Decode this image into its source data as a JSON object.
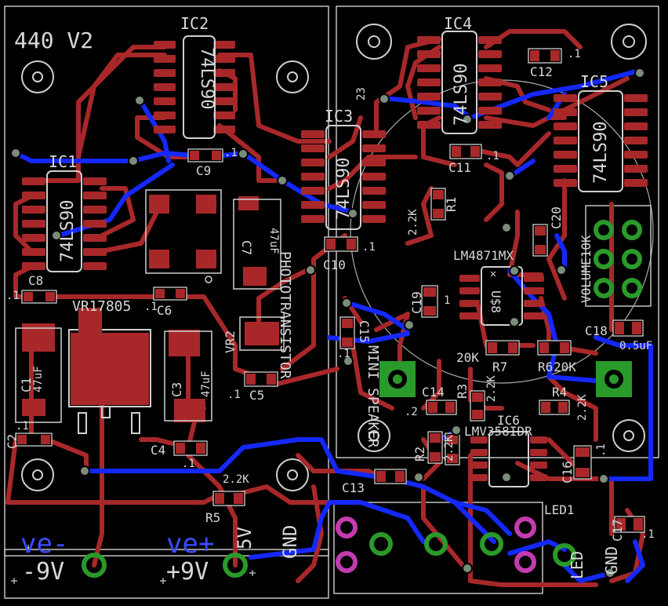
{
  "board": {
    "title": "440 V2",
    "colors": {
      "background": "#000000",
      "copper_top": "#a8282a",
      "copper_bottom": "#1428ff",
      "silkscreen": "#d8d8d8",
      "via": "#7a8c7a",
      "pad": "#2a9a2a",
      "pad_pink": "#c43bb0"
    }
  },
  "chips": {
    "ic1": {
      "ref": "IC1",
      "part": "74LS90"
    },
    "ic2": {
      "ref": "IC2",
      "part": "74LS90"
    },
    "ic3": {
      "ref": "IC3",
      "part": "74LS90"
    },
    "ic4": {
      "ref": "IC4",
      "part": "74LS90"
    },
    "ic5": {
      "ref": "IC5",
      "part": "74LS90"
    },
    "ic6": {
      "ref": "IC6",
      "part": "LMV358IDR"
    },
    "u8": {
      "ref": "U$8",
      "part": "LM4871MX"
    },
    "vr1": {
      "ref": "VR1",
      "part": "7805"
    },
    "vr2": {
      "ref": "VR2",
      "part": ""
    }
  },
  "components": {
    "c1": {
      "ref": "C1",
      "value": "47uF"
    },
    "c2": {
      "ref": "C2",
      "value": ".1"
    },
    "c3": {
      "ref": "C3",
      "value": "47uF"
    },
    "c4": {
      "ref": "C4",
      "value": ".1"
    },
    "c5": {
      "ref": "C5",
      "value": ".1"
    },
    "c6": {
      "ref": "C6",
      "value": ".1"
    },
    "c7": {
      "ref": "C7",
      "value": "47uF"
    },
    "c8": {
      "ref": "C8",
      "value": ".1"
    },
    "c9": {
      "ref": "C9",
      "value": ".1"
    },
    "c10": {
      "ref": "C10",
      "value": ".1"
    },
    "c11": {
      "ref": "C11",
      "value": ".1"
    },
    "c12": {
      "ref": "C12",
      "value": ".1"
    },
    "c13": {
      "ref": "C13",
      "value": ""
    },
    "c14": {
      "ref": "C14",
      "value": ".2"
    },
    "c15": {
      "ref": "C15",
      "value": ".1"
    },
    "c16": {
      "ref": "C16",
      "value": ".1"
    },
    "c17": {
      "ref": "C17",
      "value": ".1"
    },
    "c18": {
      "ref": "C18",
      "value": "0.5uF"
    },
    "c19": {
      "ref": "C19",
      "value": "1"
    },
    "c20": {
      "ref": "C20",
      "value": ""
    },
    "r1": {
      "ref": "R1",
      "value": "2.2K"
    },
    "r2": {
      "ref": "R2",
      "value": "2.2K"
    },
    "r3": {
      "ref": "R3",
      "value": "2.2K"
    },
    "r4": {
      "ref": "R4",
      "value": "2.2K"
    },
    "r5": {
      "ref": "R5",
      "value": "2.2K"
    },
    "r6": {
      "ref": "R6",
      "value": "20K"
    },
    "r7": {
      "ref": "R7",
      "value": "20K"
    },
    "led1": {
      "ref": "LED1",
      "value": ""
    }
  },
  "labels": {
    "volume": "VOLUME10K",
    "speaker": "MINI SPEAKER",
    "photo": "PHOTOTRANSISTOR",
    "led_caption": "LED",
    "led_ground": "GND",
    "ve_minus": "ve-",
    "minus_9v": "-9V",
    "ve_plus": "ve+",
    "plus_9v": "+9V",
    "plus_5v": "5V",
    "gnd": "GND",
    "plus": "+",
    "two": "2",
    "r2_value": "2.2K",
    "c2_top": ".2",
    "c23": "23",
    "c18_label": "C18",
    "nine": "1"
  }
}
